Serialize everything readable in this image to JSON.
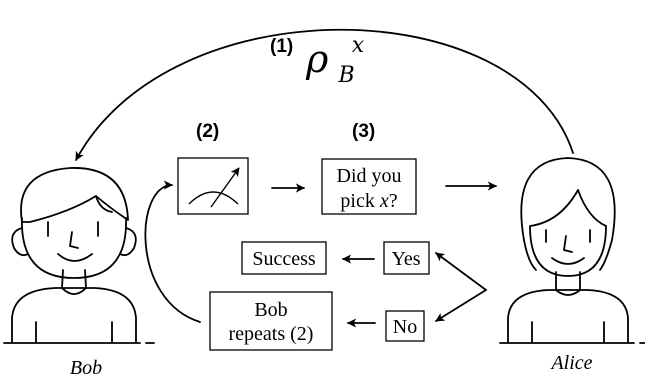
{
  "steps": {
    "step1_label": "(1)",
    "state_base": "ρ",
    "state_sub": "B",
    "state_sup": "x",
    "step2_label": "(2)",
    "step3_label": "(3)"
  },
  "question": {
    "line1": "Did you",
    "line2_prefix": "pick ",
    "line2_var": "x",
    "line2_suffix": "?"
  },
  "outcomes": {
    "yes": "Yes",
    "no": "No",
    "success": "Success",
    "repeat_line1": "Bob",
    "repeat_line2": "repeats (2)"
  },
  "people": {
    "bob": "Bob",
    "alice": "Alice"
  }
}
